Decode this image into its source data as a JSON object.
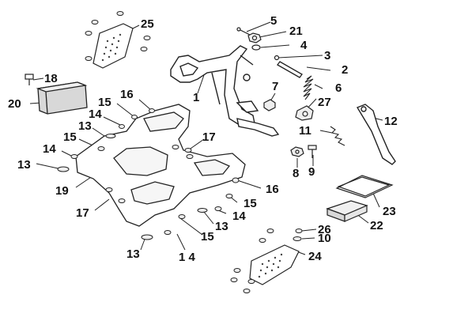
{
  "diagram": {
    "callouts": {
      "c1": "1",
      "c2": "2",
      "c3": "3",
      "c4": "4",
      "c5": "5",
      "c6": "6",
      "c7": "7",
      "c8": "8",
      "c9": "9",
      "c10": "10",
      "c11": "11",
      "c12": "12",
      "c13a": "13",
      "c13b": "13",
      "c13c": "13",
      "c13d": "13",
      "c14a": "14",
      "c14b": "14",
      "c14c": "14",
      "c14d": "1 4",
      "c15a": "15",
      "c15b": "15",
      "c15c": "15",
      "c15d": "15",
      "c16a": "16",
      "c16b": "16",
      "c17a": "17",
      "c17b": "17",
      "c18": "18",
      "c19": "19",
      "c20": "20",
      "c21": "21",
      "c22": "22",
      "c23": "23",
      "c24": "24",
      "c25": "25",
      "c26": "26",
      "c27": "27"
    }
  }
}
